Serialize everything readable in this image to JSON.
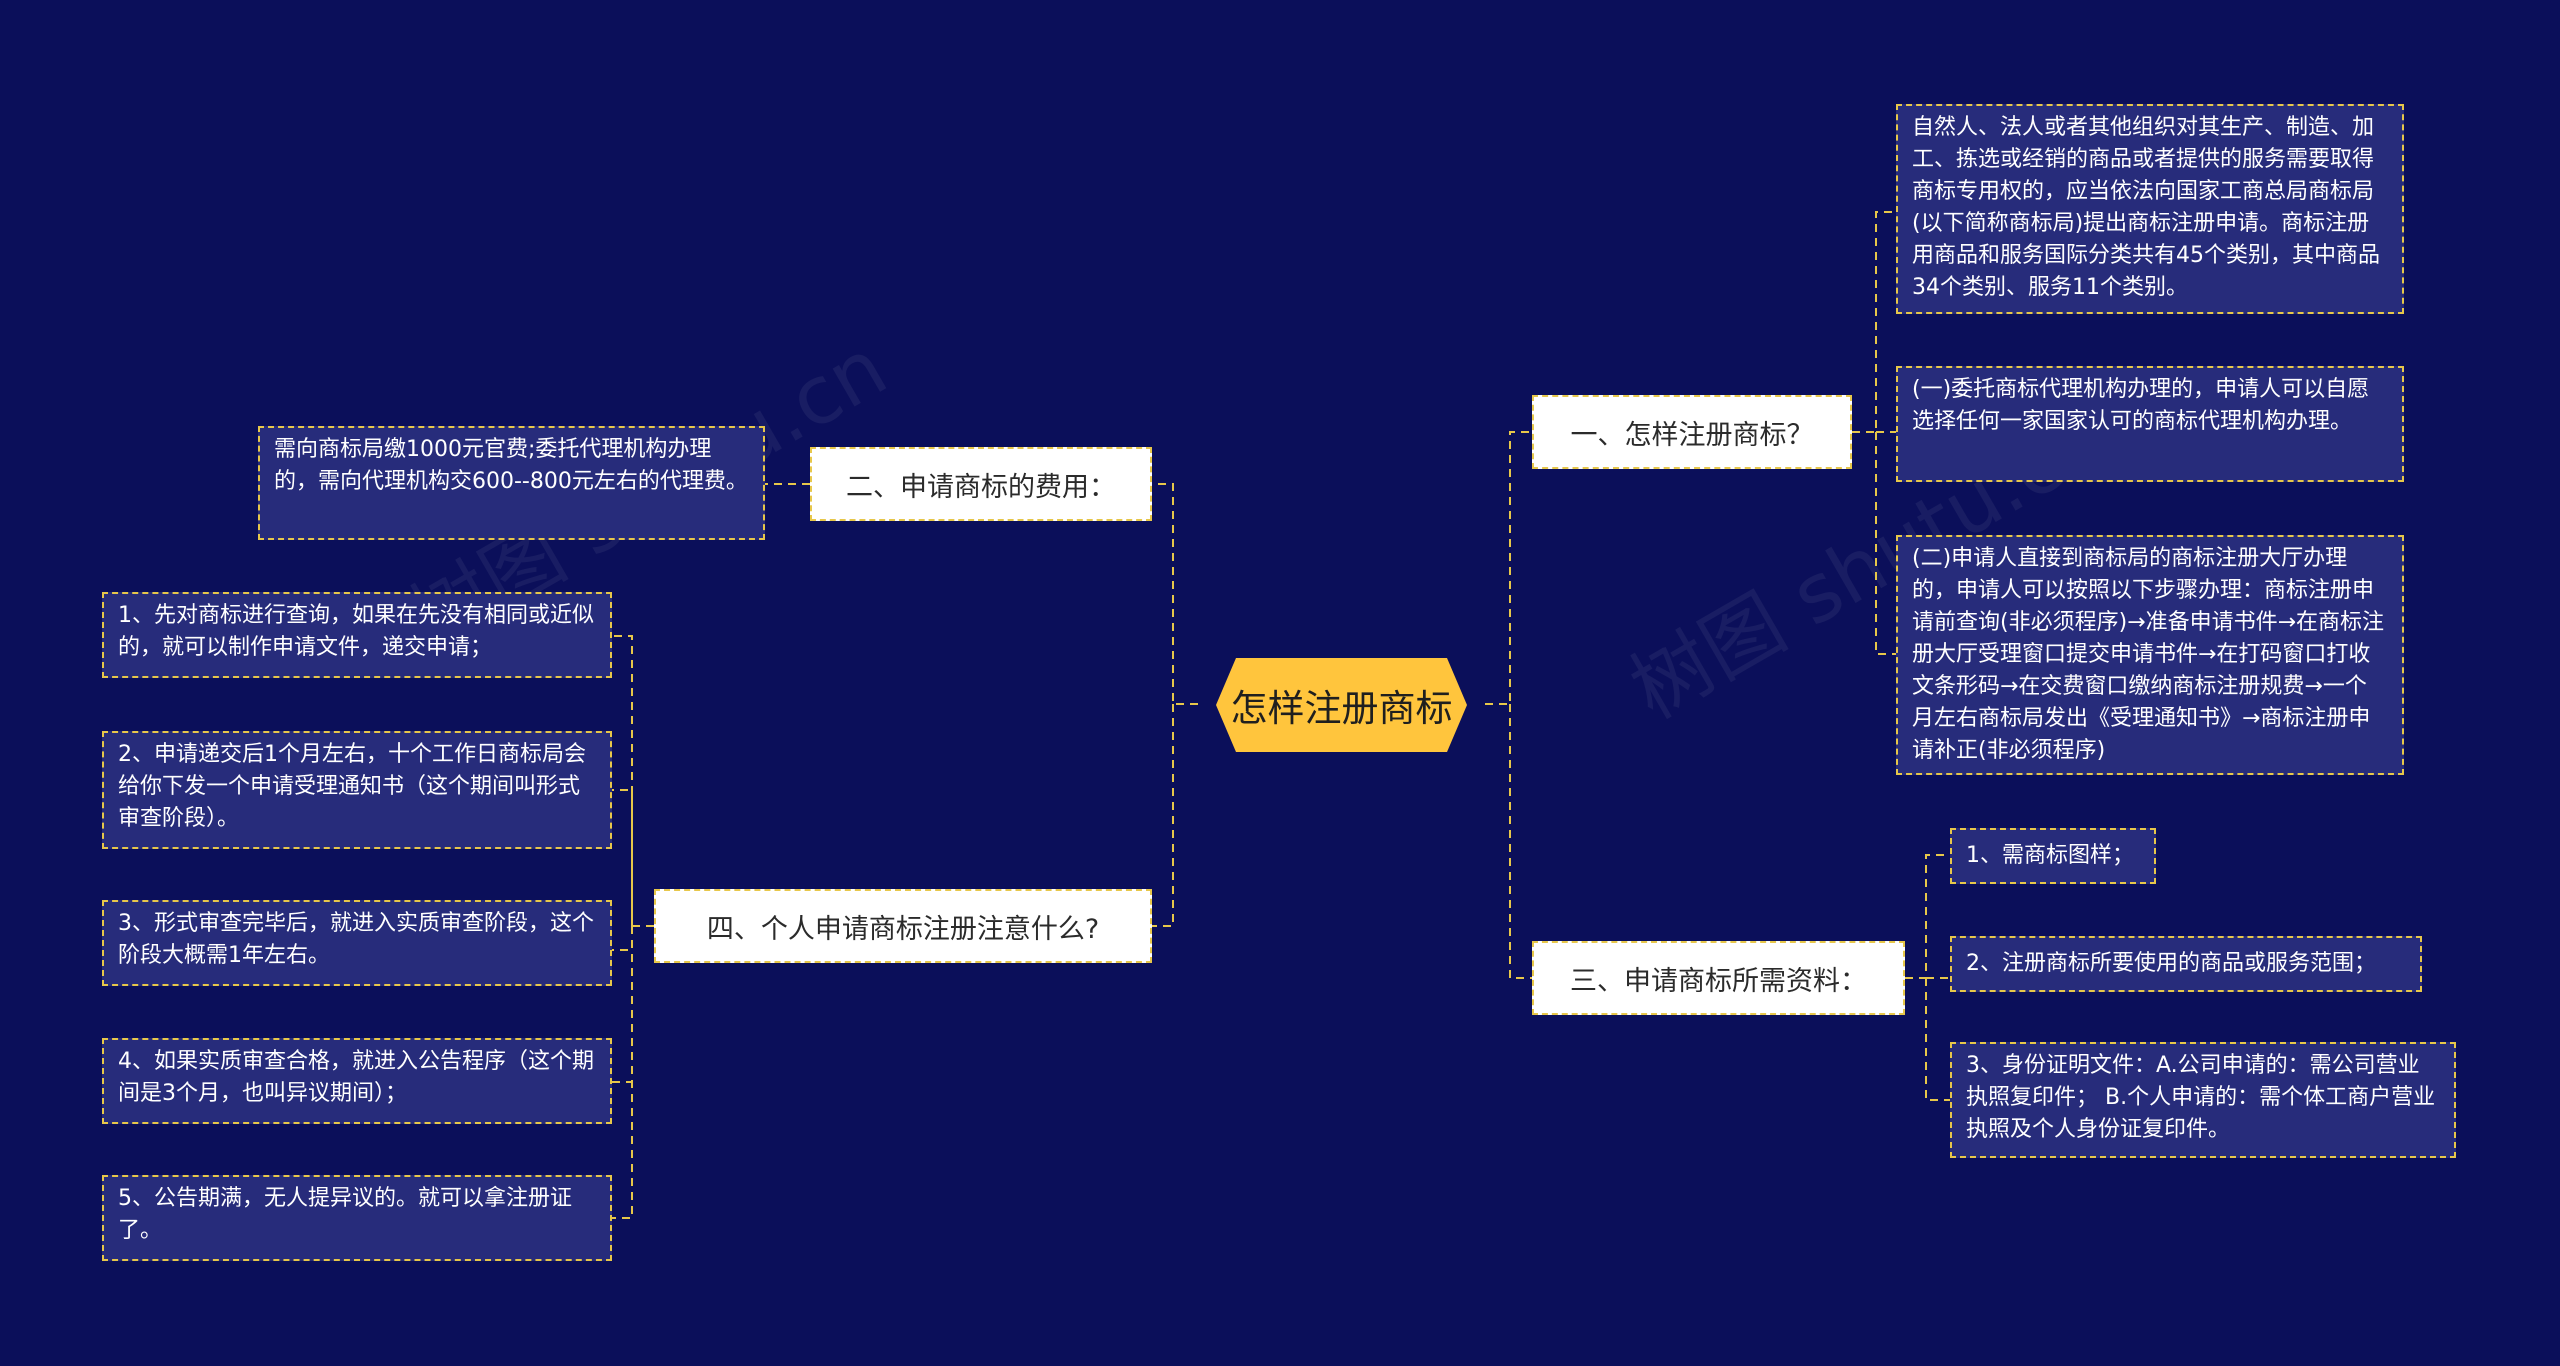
{
  "center": {
    "label": "怎样注册商标"
  },
  "branches": {
    "b1": {
      "label": "一、怎样注册商标？",
      "leaves": [
        "自然人、法人或者其他组织对其生产、制造、加工、拣选或经销的商品或者提供的服务需要取得商标专用权的，应当依法向国家工商总局商标局(以下简称商标局)提出商标注册申请。商标注册用商品和服务国际分类共有45个类别，其中商品34个类别、服务11个类别。",
        "(一)委托商标代理机构办理的，申请人可以自愿选择任何一家国家认可的商标代理机构办理。",
        "(二)申请人直接到商标局的商标注册大厅办理的，申请人可以按照以下步骤办理：商标注册申请前查询(非必须程序)→准备申请书件→在商标注册大厅受理窗口提交申请书件→在打码窗口打收文条形码→在交费窗口缴纳商标注册规费→一个月左右商标局发出《受理通知书》→商标注册申请补正(非必须程序)"
      ]
    },
    "b2": {
      "label": "二、申请商标的费用：",
      "leaves": [
        "需向商标局缴1000元官费;委托代理机构办理的，需向代理机构交600--800元左右的代理费。"
      ]
    },
    "b3": {
      "label": "三、申请商标所需资料：",
      "leaves": [
        "1、需商标图样；",
        "2、注册商标所要使用的商品或服务范围；",
        "3、身份证明文件：A.公司申请的：需公司营业执照复印件； B.个人申请的：需个体工商户营业执照及个人身份证复印件。"
      ]
    },
    "b4": {
      "label": "四、个人申请商标注册注意什么?",
      "leaves": [
        "1、先对商标进行查询，如果在先没有相同或近似的，就可以制作申请文件，递交申请；",
        "2、申请递交后1个月左右，十个工作日商标局会给你下发一个申请受理通知书（这个期间叫形式审查阶段）。",
        "3、形式审查完毕后，就进入实质审查阶段，这个阶段大概需1年左右。",
        "4、如果实质审查合格，就进入公告程序（这个期间是3个月，也叫异议期间）；",
        "5、公告期满，无人提异议的。就可以拿注册证了。"
      ]
    }
  },
  "colors": {
    "background": "#0b0f5a",
    "center_fill": "#ffc53d",
    "connector": "#e7c74a",
    "leaf_fill": "#272c7b",
    "branch_fill": "#ffffff"
  }
}
